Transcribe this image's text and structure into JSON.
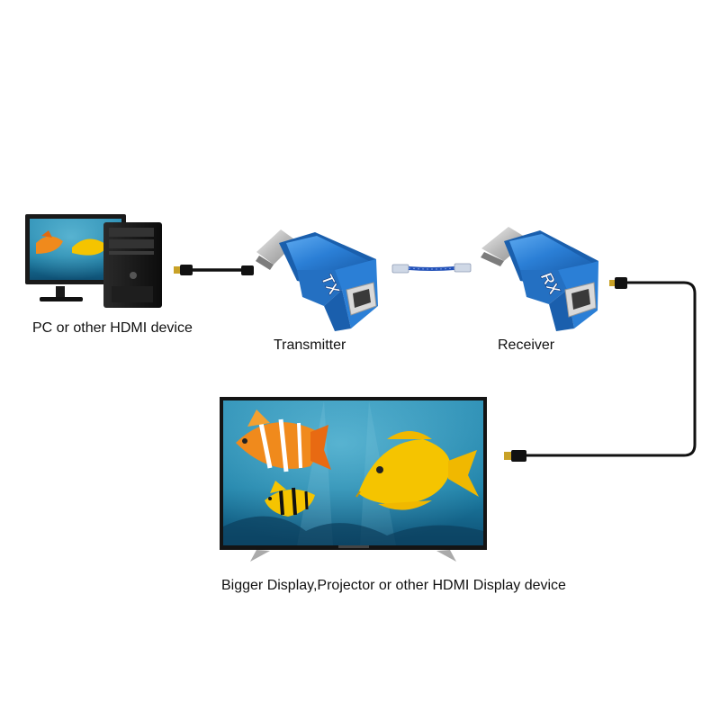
{
  "labels": {
    "source": "PC or other HDMI device",
    "transmitter": "Transmitter",
    "receiver": "Receiver",
    "display": "Bigger Display,Projector or other HDMI Display device"
  },
  "devices": {
    "transmitter_marking": "TX",
    "receiver_marking": "RX"
  },
  "colors": {
    "device_blue": "#2b7fd6",
    "cable_blue": "#2452b8",
    "cable_black": "#111111",
    "hdmi_gold": "#c9a227",
    "screen_water": "#1c7fa6",
    "fish_yellow": "#f5c400",
    "fish_orange": "#f08a1c"
  }
}
